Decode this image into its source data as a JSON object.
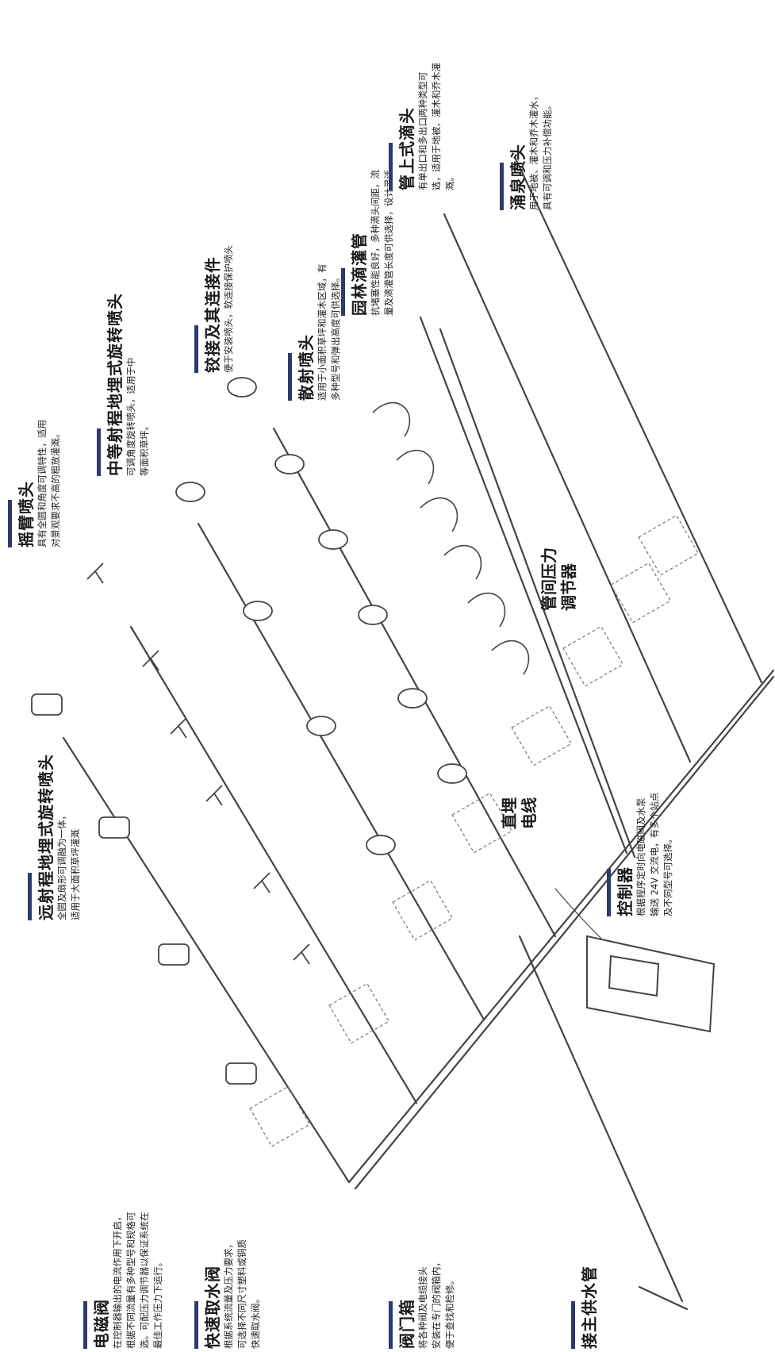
{
  "labels": {
    "long_range": {
      "title": "远射程地埋式旋转喷头",
      "desc": "全圆及扇形可调融为一体，\n适用于大面积草坪灌溉"
    },
    "rocker": {
      "title": "摇臂喷头",
      "desc": "具有全圆和角度可调特性，适用\n对景观要求不高的粗放灌溉。"
    },
    "mid_range": {
      "title": "中等射程地埋式旋转喷头",
      "desc": "可调角度旋转喷头，适用于中\n等面积草坪。"
    },
    "hinge": {
      "title": "铰接及其连接件",
      "desc": "便于安装喷头，软连接保护喷头"
    },
    "spray": {
      "title": "散射喷头",
      "desc": "适用于小面积草坪和灌木区域，有\n多种型号和弹出高度可供选择。"
    },
    "drip_pipe": {
      "title": "园林滴灌管",
      "desc": "抗堵塞性能良好，多种滴头间距，流\n量及滴灌管长度可供选择，设计灵活。"
    },
    "on_line_dripper": {
      "title": "管上式滴头",
      "desc": "有单出口和多出口两种类型可\n选，适用于地被、灌木和乔木灌\n溉。"
    },
    "bubbler": {
      "title": "涌泉喷头",
      "desc": "用于地被、灌木和乔木灌水，\n具有可调和压力补偿功能。"
    },
    "pressure_regulator": {
      "title": "管间压力\n调节器"
    },
    "direct_burial_wire": {
      "title": "直埋\n电线"
    },
    "controller": {
      "title": "控制器",
      "desc": "根据程序定时向电磁阀及水泵\n输送 24V 交流电，有多个站点\n及不同型号可选择。"
    },
    "solenoid_valve": {
      "title": "电磁阀",
      "desc": "在控制器输出的电流作用下开启，\n根据不同流量有多种型号和规格可\n选。可配压力调节器以保证系统在\n最佳工作压力下运行。"
    },
    "quick_coupler": {
      "title": "快速取水阀",
      "desc": "根据系统流量及压力要求，\n可选择不同尺寸塑料或铜质\n快速取水阀。"
    },
    "valve_box": {
      "title": "阀门箱",
      "desc": "将各种阀及电缆接头\n安装在专门的阀箱内，\n便于查找和检修。"
    },
    "main_supply": {
      "title": "接主供水管"
    }
  },
  "colors": {
    "accent_bar": "#2e3a6e",
    "line": "#444444",
    "text": "#1a1a1a"
  }
}
